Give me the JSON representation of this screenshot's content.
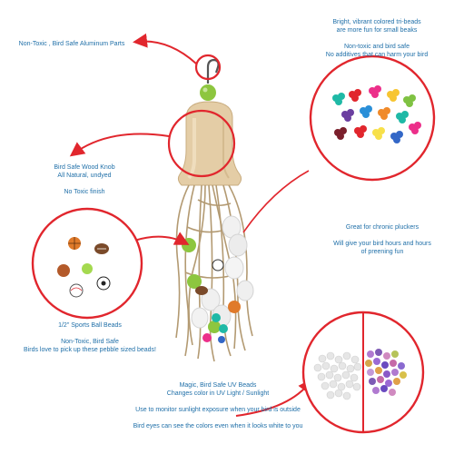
{
  "colors": {
    "text": "#1f6fa8",
    "circle": "#e1262d",
    "wood": "#e4cda6",
    "jute": "#b39a72"
  },
  "annotations": {
    "aluminum": {
      "line1": "Non-Toxic , Bird Safe Aluminum Parts"
    },
    "tribeads": {
      "line1": "Bright, vibrant colored tri-beads",
      "line2": "are more fun for small beaks",
      "line3": "Non-toxic and bird safe",
      "line4": "No additives that can harm your bird"
    },
    "wood": {
      "line1": "Bird Safe Wood Knob",
      "line2": "All Natural, undyed",
      "line3": "No Toxic finish"
    },
    "pluckers": {
      "line1": "Great for chronic pluckers",
      "line2": "Will give your bird hours and hours",
      "line3": "of preening fun"
    },
    "sports": {
      "line1": "1/2\" Sports Ball Beads",
      "line2": "Non-Toxic, Bird Safe",
      "line3": "Birds love to pick up these pebble sized beads!"
    },
    "uv": {
      "line1": "Magic, Bird Safe UV Beads",
      "line2": "Changes color in UV Light / Sunlight",
      "line3": "Use to monitor sunlight exposure when your bird is outside",
      "line4": "Bird eyes can see the colors even when it looks white to you"
    }
  }
}
